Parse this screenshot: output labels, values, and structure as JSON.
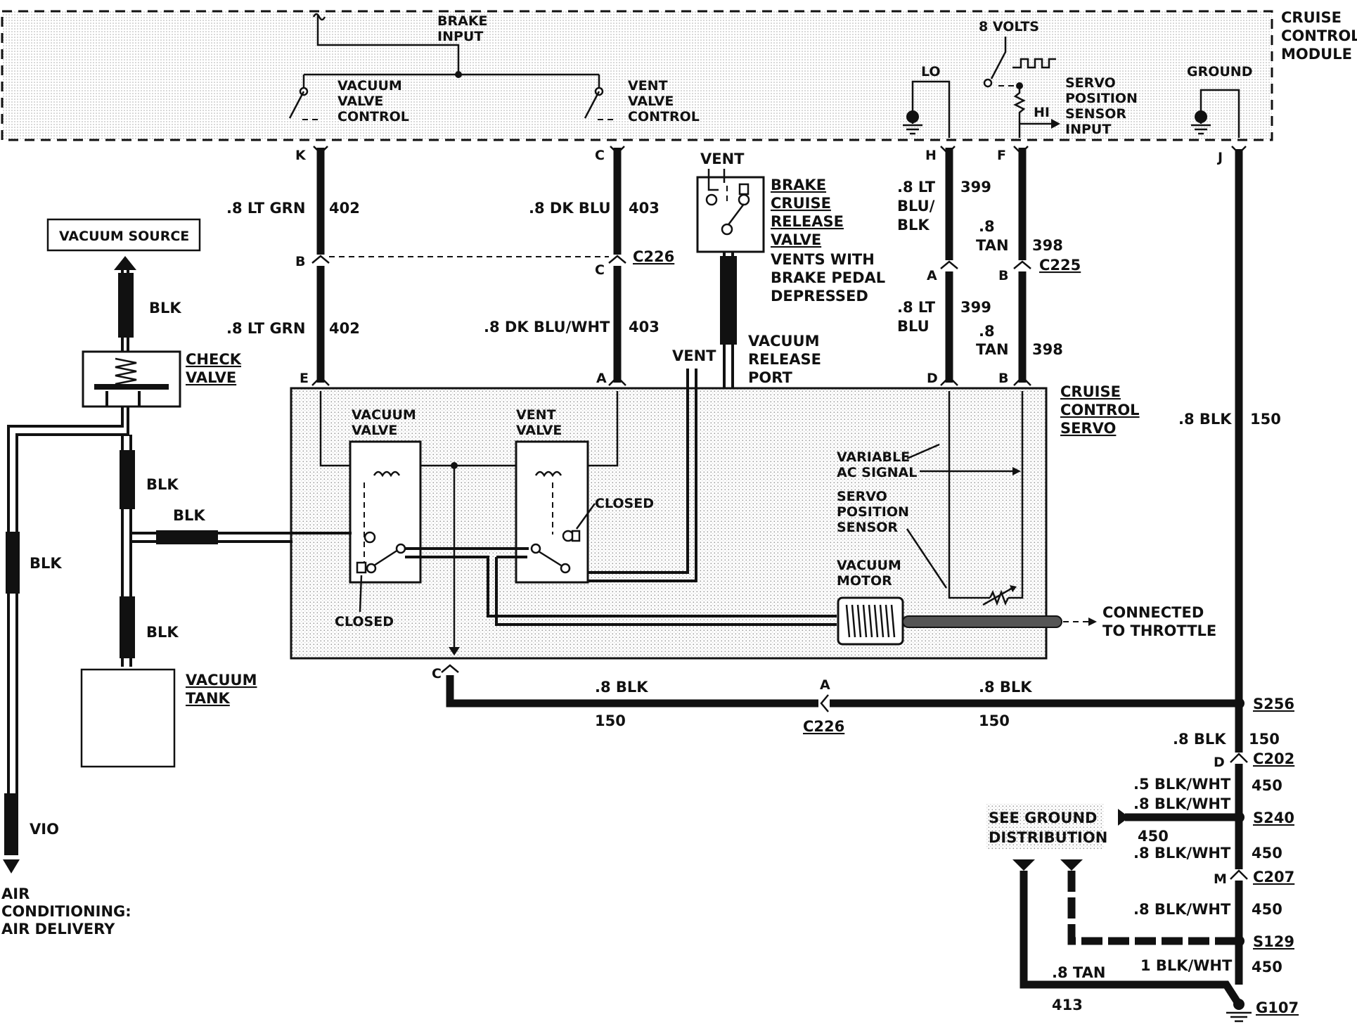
{
  "module": {
    "title": [
      "CRUISE",
      "CONTROL",
      "MODULE"
    ],
    "brake_input": [
      "BRAKE",
      "INPUT"
    ],
    "vacuum_valve_control": [
      "VACUUM",
      "VALVE",
      "CONTROL"
    ],
    "vent_valve_control": [
      "VENT",
      "VALVE",
      "CONTROL"
    ],
    "volts": "8 VOLTS",
    "lo": "LO",
    "hi": "HI",
    "servo_sensor": [
      "SERVO",
      "POSITION",
      "SENSOR",
      "INPUT"
    ],
    "ground": "GROUND"
  },
  "pins": {
    "k": "K",
    "c": "C",
    "h": "H",
    "f": "F",
    "j": "J"
  },
  "wires": {
    "w402_top": ".8 LT GRN",
    "n402": "402",
    "w403_top": ".8 DK BLU",
    "n403": "403",
    "w402_bot": ".8 LT GRN",
    "w403_bot": ".8 DK BLU/WHT",
    "w399_top": [
      ".8 LT",
      "BLU/",
      "BLK"
    ],
    "n399": "399",
    "w398_top": [
      ".8",
      "TAN"
    ],
    "n398": "398",
    "w399_bot": [
      ".8 LT",
      "BLU"
    ],
    "w398_bot": [
      ".8",
      "TAN"
    ],
    "w150": ".8 BLK",
    "n150": "150",
    "w450a": ".5 BLK/WHT",
    "w450b": ".8 BLK/WHT",
    "w450c": ".8 BLK/WHT",
    "w450d": ".8 BLK/WHT",
    "w450e": "1 BLK/WHT",
    "n450": "450",
    "w413": ".8 TAN",
    "n413": "413"
  },
  "connectors": {
    "c226": "C226",
    "c225": "C225",
    "c202": "C202",
    "c207": "C207",
    "b": "B",
    "c": "C",
    "a": "A",
    "e": "E",
    "d": "D",
    "m": "M"
  },
  "splices": {
    "s256": "S256",
    "s240": "S240",
    "s129": "S129",
    "g107": "G107"
  },
  "brake_valve": {
    "vent": "VENT",
    "name": [
      "BRAKE",
      "CRUISE",
      "RELEASE",
      "VALVE"
    ],
    "desc": [
      "VENTS WITH",
      "BRAKE PEDAL",
      "DEPRESSED"
    ]
  },
  "vacuum": {
    "source": "VACUUM SOURCE",
    "blk": "BLK",
    "check_valve": [
      "CHECK",
      "VALVE"
    ],
    "tank": [
      "VACUUM",
      "TANK"
    ],
    "vio": "VIO",
    "ac": [
      "AIR",
      "CONDITIONING:",
      "AIR DELIVERY"
    ]
  },
  "servo": {
    "title": [
      "CRUISE",
      "CONTROL",
      "SERVO"
    ],
    "vent": "VENT",
    "vacuum_release": [
      "VACUUM",
      "RELEASE",
      "PORT"
    ],
    "vacuum_valve": [
      "VACUUM",
      "VALVE"
    ],
    "vent_valve": [
      "VENT",
      "VALVE"
    ],
    "closed": "CLOSED",
    "variable_ac": [
      "VARIABLE",
      "AC SIGNAL"
    ],
    "sensor": [
      "SERVO",
      "POSITION",
      "SENSOR"
    ],
    "motor": [
      "VACUUM",
      "MOTOR"
    ],
    "throttle": [
      "CONNECTED",
      "TO THROTTLE"
    ]
  },
  "ground_dist": [
    "SEE GROUND",
    "DISTRIBUTION"
  ]
}
